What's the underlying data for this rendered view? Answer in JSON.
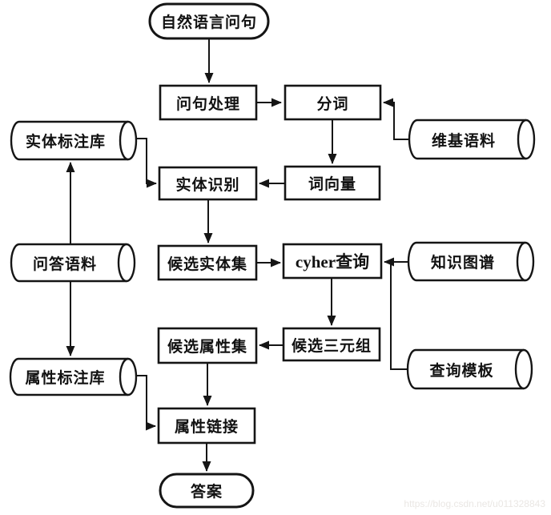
{
  "diagram": {
    "nodes": {
      "nl_question": {
        "label": "自然语言问句",
        "type": "terminator"
      },
      "question_processing": {
        "label": "问句处理",
        "type": "process"
      },
      "word_segmentation": {
        "label": "分词",
        "type": "process"
      },
      "wiki_corpus": {
        "label": "维基语料",
        "type": "datastore"
      },
      "entity_annotation_db": {
        "label": "实体标注库",
        "type": "datastore"
      },
      "entity_recognition": {
        "label": "实体识别",
        "type": "process"
      },
      "word_vector": {
        "label": "词向量",
        "type": "process"
      },
      "qa_corpus": {
        "label": "问答语料",
        "type": "datastore"
      },
      "candidate_entity_set": {
        "label": "候选实体集",
        "type": "process"
      },
      "cypher_query": {
        "label": "cyher查询",
        "type": "process"
      },
      "knowledge_graph": {
        "label": "知识图谱",
        "type": "datastore"
      },
      "candidate_attribute_set": {
        "label": "候选属性集",
        "type": "process"
      },
      "candidate_triples": {
        "label": "候选三元组",
        "type": "process"
      },
      "query_template": {
        "label": "查询模板",
        "type": "datastore"
      },
      "attribute_annotation_db": {
        "label": "属性标注库",
        "type": "datastore"
      },
      "attribute_linking": {
        "label": "属性链接",
        "type": "process"
      },
      "answer": {
        "label": "答案",
        "type": "terminator"
      }
    },
    "edges": [
      {
        "from": "nl_question",
        "to": "question_processing"
      },
      {
        "from": "question_processing",
        "to": "word_segmentation"
      },
      {
        "from": "wiki_corpus",
        "to": "word_segmentation"
      },
      {
        "from": "word_segmentation",
        "to": "word_vector"
      },
      {
        "from": "word_vector",
        "to": "entity_recognition"
      },
      {
        "from": "entity_annotation_db",
        "to": "entity_recognition"
      },
      {
        "from": "entity_recognition",
        "to": "candidate_entity_set"
      },
      {
        "from": "candidate_entity_set",
        "to": "cypher_query"
      },
      {
        "from": "knowledge_graph",
        "to": "cypher_query"
      },
      {
        "from": "query_template",
        "to": "cypher_query"
      },
      {
        "from": "cypher_query",
        "to": "candidate_triples"
      },
      {
        "from": "candidate_triples",
        "to": "candidate_attribute_set"
      },
      {
        "from": "candidate_attribute_set",
        "to": "attribute_linking"
      },
      {
        "from": "qa_corpus",
        "to": "entity_annotation_db"
      },
      {
        "from": "qa_corpus",
        "to": "attribute_annotation_db"
      },
      {
        "from": "attribute_annotation_db",
        "to": "attribute_linking"
      },
      {
        "from": "attribute_linking",
        "to": "answer"
      }
    ]
  },
  "watermark": {
    "text": "https://blog.csdn.net/u011328843",
    "color": "#eae7e4"
  },
  "colors": {
    "stroke": "#151515",
    "background": "#ffffff",
    "text": "#111111"
  }
}
